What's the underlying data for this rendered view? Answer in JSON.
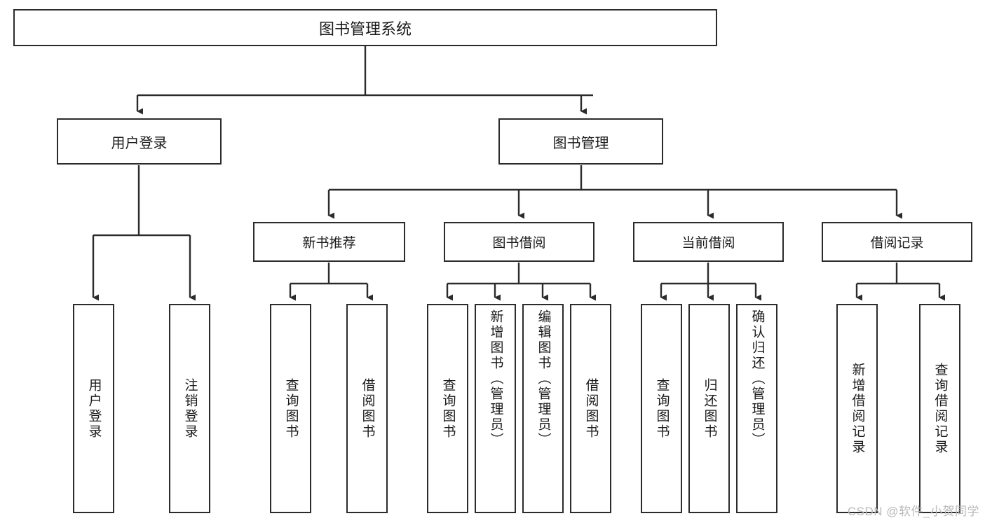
{
  "diagram": {
    "title": "图书管理系统",
    "watermark": "CSDN @软件_小贺同学"
  },
  "root": {
    "label": "图书管理系统"
  },
  "level2": [
    {
      "label": "用户登录"
    },
    {
      "label": "图书管理"
    }
  ],
  "level3": [
    {
      "label": "新书推荐"
    },
    {
      "label": "图书借阅"
    },
    {
      "label": "当前借阅"
    },
    {
      "label": "借阅记录"
    }
  ],
  "leaves": {
    "user_login": [
      {
        "label": "用户登录"
      },
      {
        "label": "注销登录"
      }
    ],
    "new_book_recommend": [
      {
        "label": "查询图书"
      },
      {
        "label": "借阅图书"
      }
    ],
    "book_borrow": [
      {
        "label": "查询图书"
      },
      {
        "label": "新增图书（管理员）"
      },
      {
        "label": "编辑图书（管理员）"
      },
      {
        "label": "借阅图书"
      }
    ],
    "current_borrow": [
      {
        "label": "查询图书"
      },
      {
        "label": "归还图书"
      },
      {
        "label": "确认归还（管理员）"
      }
    ],
    "borrow_record": [
      {
        "label": "新增借阅记录"
      },
      {
        "label": "查询借阅记录"
      }
    ]
  },
  "colors": {
    "stroke": "#2b2b2b",
    "fill": "#ffffff",
    "text": "#1a1a1a",
    "watermark": "#b9b9b9"
  }
}
